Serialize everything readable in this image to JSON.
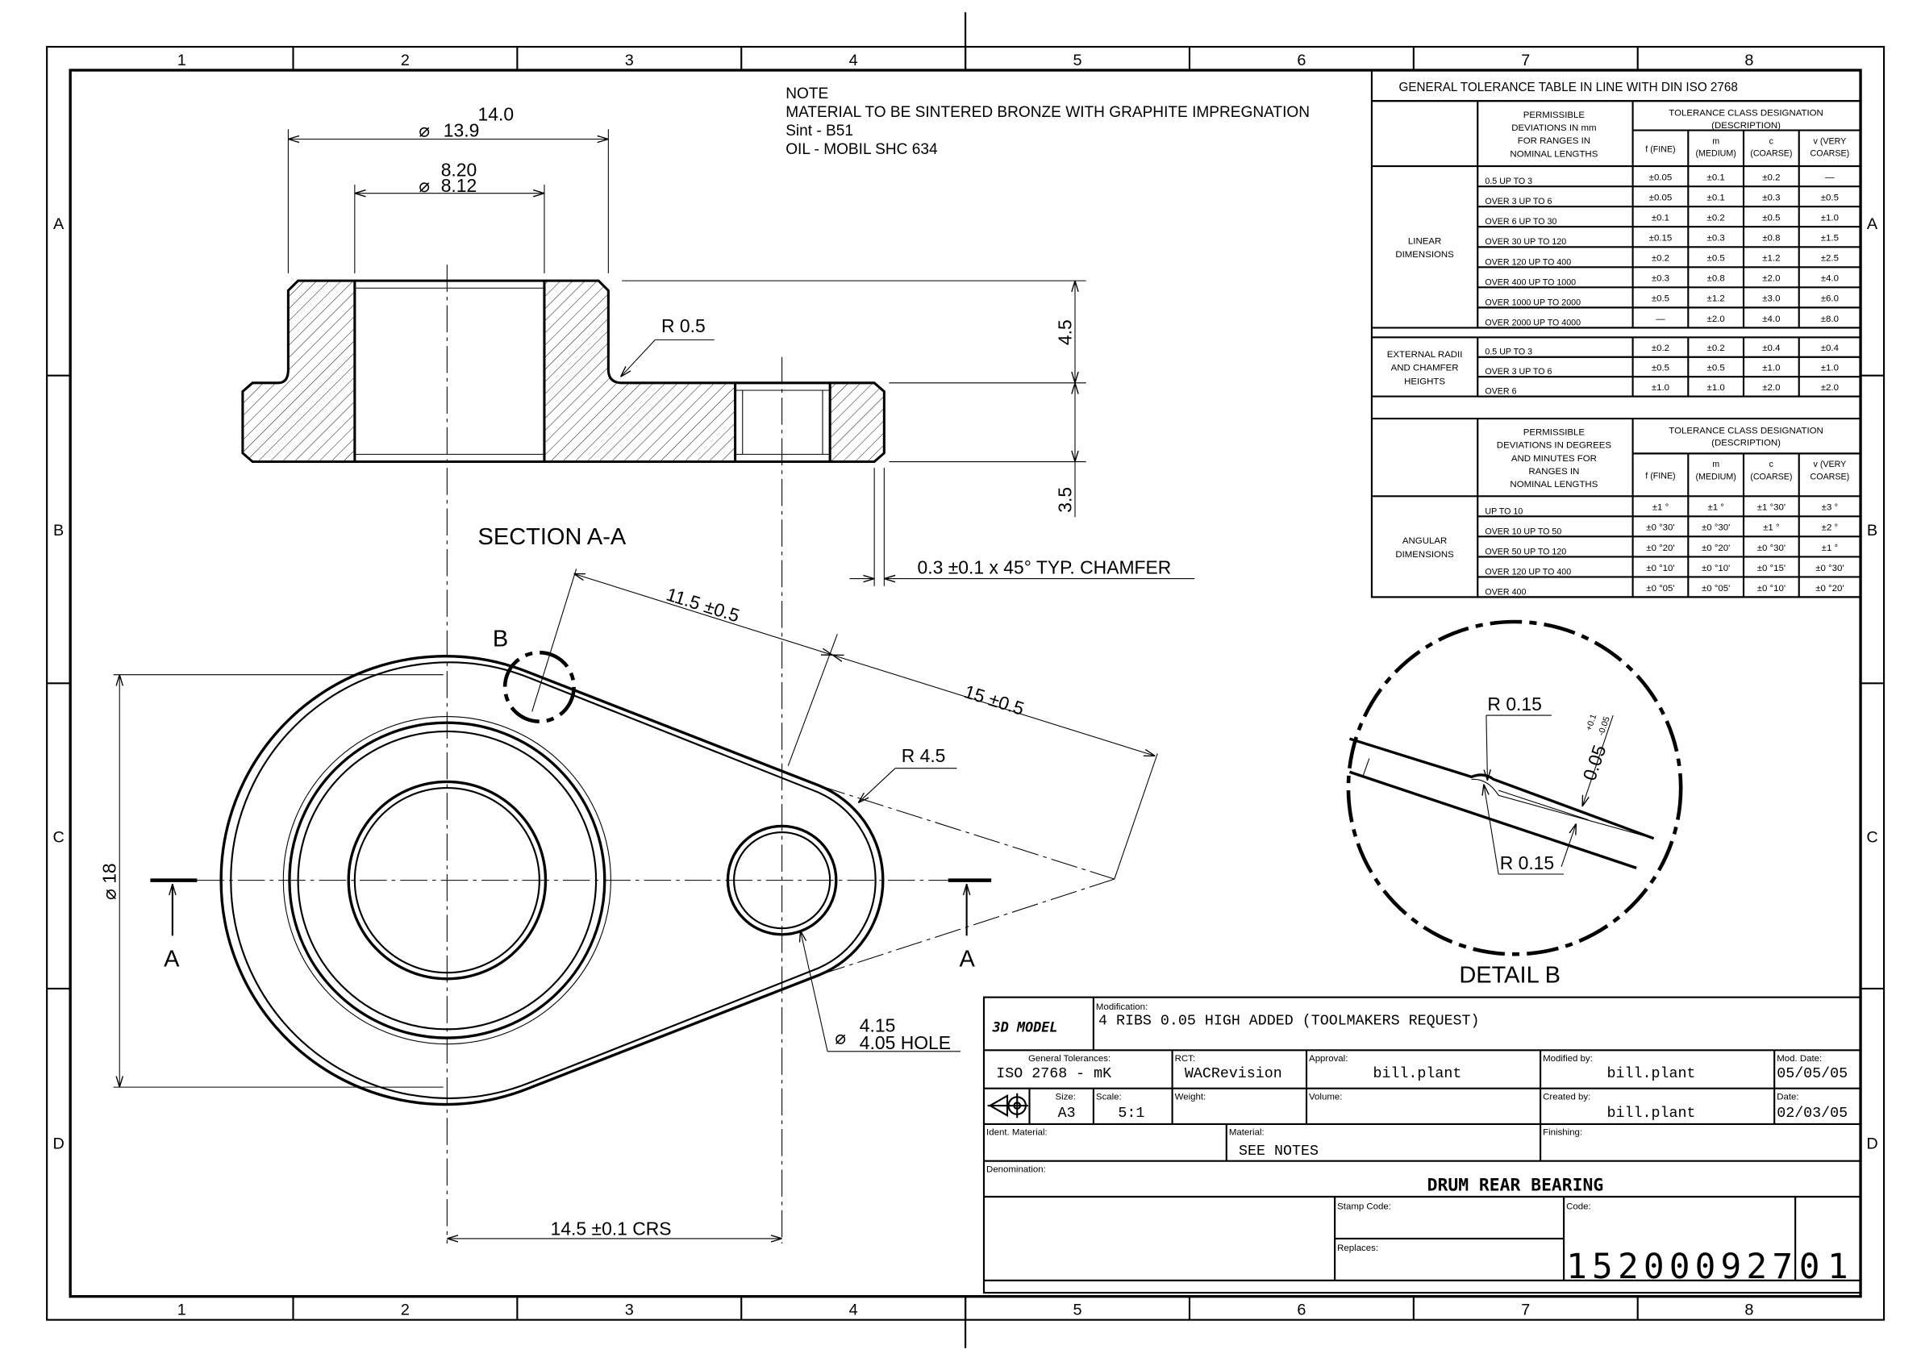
{
  "frame": {
    "columns": [
      "1",
      "2",
      "3",
      "4",
      "5",
      "6",
      "7",
      "8"
    ],
    "rows": [
      "A",
      "B",
      "C",
      "D"
    ]
  },
  "note": {
    "heading": "NOTE",
    "lines": [
      "MATERIAL TO BE SINTERED BRONZE WITH GRAPHITE IMPREGNATION",
      "Sint - B51",
      "OIL - MOBIL SHC 634"
    ]
  },
  "section": {
    "title": "SECTION A-A",
    "dim_outer_max": "14.0",
    "dim_outer_min": "13.9",
    "dim_bore_max": "8.20",
    "dim_bore_min": "8.12",
    "diameter_symbol": "⌀",
    "dim_fillet": "R 0.5",
    "dim_height_top": "4.5",
    "dim_height_flange": "3.5",
    "chamfer_note": "0.3 ±0.1  x 45° TYP. CHAMFER"
  },
  "plan": {
    "dim_length_1": "11.5 ±0.5",
    "dim_length_2": "15 ±0.5",
    "dim_lug_radius": "R 4.5",
    "dim_diameter": "⌀ 18",
    "hole_symbol": "⌀",
    "hole_max": "4.15",
    "hole_min": "4.05  HOLE",
    "dim_centers": "14.5 ±0.1 CRS",
    "section_label_left": "A",
    "section_label_right": "A",
    "detail_label": "B"
  },
  "detail": {
    "title": "DETAIL B",
    "radius_top": "R 0.15",
    "radius_bottom": "R 0.15",
    "rib_height": "0.05",
    "rib_tol_upper": "+0.1",
    "rib_tol_lower": "-0.05"
  },
  "tolerance_table": {
    "title": "GENERAL TOLERANCE TABLE IN LINE WITH DIN ISO 2768",
    "class_header": [
      "TOLERANCE CLASS DESIGNATION",
      "(DESCRIPTION)"
    ],
    "classes": [
      [
        "f (FINE)"
      ],
      [
        "m",
        "(MEDIUM)"
      ],
      [
        "c",
        "(COARSE)"
      ],
      [
        "v (VERY",
        "COARSE)"
      ]
    ],
    "linear_header": [
      "PERMISSIBLE",
      "DEVIATIONS IN mm",
      "FOR RANGES IN",
      "NOMINAL LENGTHS"
    ],
    "linear_label": [
      "LINEAR",
      "DIMENSIONS"
    ],
    "linear_rows": [
      {
        "range": "0.5 UP TO 3",
        "values": [
          "±0.05",
          "±0.1",
          "±0.2",
          "—"
        ]
      },
      {
        "range": "OVER 3 UP TO 6",
        "values": [
          "±0.05",
          "±0.1",
          "±0.3",
          "±0.5"
        ]
      },
      {
        "range": "OVER 6 UP TO 30",
        "values": [
          "±0.1",
          "±0.2",
          "±0.5",
          "±1.0"
        ]
      },
      {
        "range": "OVER 30 UP TO 120",
        "values": [
          "±0.15",
          "±0.3",
          "±0.8",
          "±1.5"
        ]
      },
      {
        "range": "OVER 120 UP TO 400",
        "values": [
          "±0.2",
          "±0.5",
          "±1.2",
          "±2.5"
        ]
      },
      {
        "range": "OVER 400 UP TO 1000",
        "values": [
          "±0.3",
          "±0.8",
          "±2.0",
          "±4.0"
        ]
      },
      {
        "range": "OVER 1000 UP TO 2000",
        "values": [
          "±0.5",
          "±1.2",
          "±3.0",
          "±6.0"
        ]
      },
      {
        "range": "OVER 2000 UP TO 4000",
        "values": [
          "—",
          "±2.0",
          "±4.0",
          "±8.0"
        ]
      }
    ],
    "radii_label": [
      "EXTERNAL RADII",
      "AND CHAMFER",
      "HEIGHTS"
    ],
    "radii_rows": [
      {
        "range": "0.5 UP TO 3",
        "values": [
          "±0.2",
          "±0.2",
          "±0.4",
          "±0.4"
        ]
      },
      {
        "range": "OVER 3 UP TO 6",
        "values": [
          "±0.5",
          "±0.5",
          "±1.0",
          "±1.0"
        ]
      },
      {
        "range": "OVER 6",
        "values": [
          "±1.0",
          "±1.0",
          "±2.0",
          "±2.0"
        ]
      }
    ],
    "angular_header": [
      "PERMISSIBLE",
      "DEVIATIONS IN DEGREES",
      "AND MINUTES FOR",
      "RANGES IN",
      "NOMINAL LENGTHS"
    ],
    "angular_label": [
      "ANGULAR",
      "DIMENSIONS"
    ],
    "angular_rows": [
      {
        "range": "UP TO 10",
        "values": [
          "±1 °",
          "±1 °",
          "±1 °30'",
          "±3 °"
        ]
      },
      {
        "range": "OVER 10 UP TO 50",
        "values": [
          "±0 °30'",
          "±0 °30'",
          "±1 °",
          "±2 °"
        ]
      },
      {
        "range": "OVER 50 UP TO 120",
        "values": [
          "±0 °20'",
          "±0 °20'",
          "±0 °30'",
          "±1 °"
        ]
      },
      {
        "range": "OVER 120 UP TO 400",
        "values": [
          "±0 °10'",
          "±0 °10'",
          "±0 °15'",
          "±0 °30'"
        ]
      },
      {
        "range": "OVER 400",
        "values": [
          "±0 °05'",
          "±0 °05'",
          "±0 °10'",
          "±0 °20'"
        ]
      }
    ]
  },
  "title_block": {
    "model_label": "3D MODEL",
    "modification_label": "Modification:",
    "modification": "4 RIBS 0.05 HIGH ADDED (TOOLMAKERS REQUEST)",
    "general_tolerances_label": "General Tolerances:",
    "general_tolerances": "ISO 2768 - mK",
    "rct_label": "RCT:",
    "rct": "WACRevision",
    "approval_label": "Approval:",
    "approval": "bill.plant",
    "modified_by_label": "Modified by:",
    "modified_by": "bill.plant",
    "mod_date_label": "Mod. Date:",
    "mod_date": "05/05/05",
    "size_label": "Size:",
    "size": "A3",
    "scale_label": "Scale:",
    "scale": "5:1",
    "weight_label": "Weight:",
    "volume_label": "Volume:",
    "created_by_label": "Created by:",
    "created_by": "bill.plant",
    "date_label": "Date:",
    "date": "02/03/05",
    "ident_material_label": "Ident. Material:",
    "material_label": "Material:",
    "material": "SEE NOTES",
    "finishing_label": "Finishing:",
    "denomination_label": "Denomination:",
    "denomination": "DRUM REAR BEARING",
    "stamp_code_label": "Stamp Code:",
    "replaces_label": "Replaces:",
    "code_label": "Code:",
    "code": "152000927",
    "code_revision": "01"
  }
}
